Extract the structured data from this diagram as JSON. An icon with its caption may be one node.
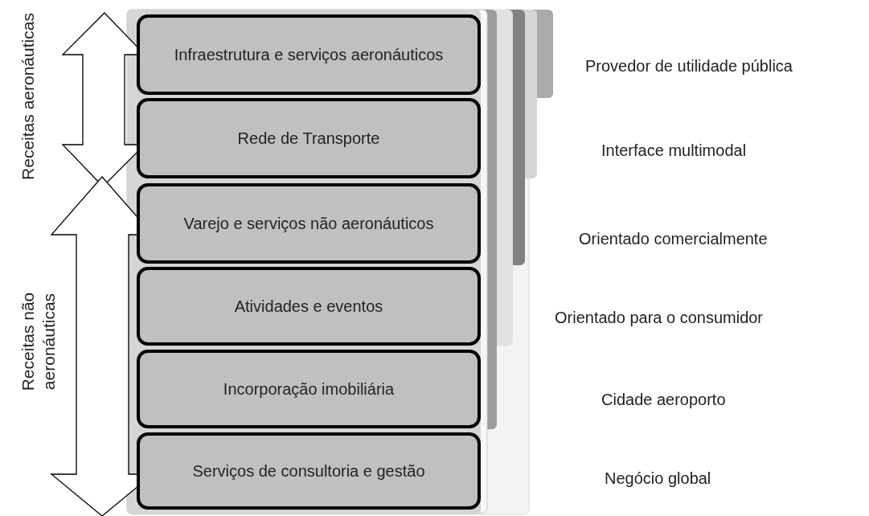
{
  "diagram": {
    "nodes": [
      {
        "text": [
          "Infraestrutura e serviços aeronáuticos"
        ]
      },
      {
        "text": [
          "Rede de Transporte"
        ]
      },
      {
        "text": [
          "Varejo e serviços não aeronáuticos"
        ]
      },
      {
        "text": [
          "Atividades e eventos"
        ]
      },
      {
        "text": [
          "Incorporação imobiliária"
        ]
      },
      {
        "text": [
          "Serviços de consultoria e gestão"
        ]
      }
    ],
    "labels": [
      "Receitas aeronáuticas",
      "Receitas não aeronáuticas",
      "Provedor de utilidade pública",
      "Interface multimodal",
      "Orientado comercialmente",
      "Orientado para o consumidor",
      "Cidade aeroporto",
      "Negócio global"
    ]
  }
}
